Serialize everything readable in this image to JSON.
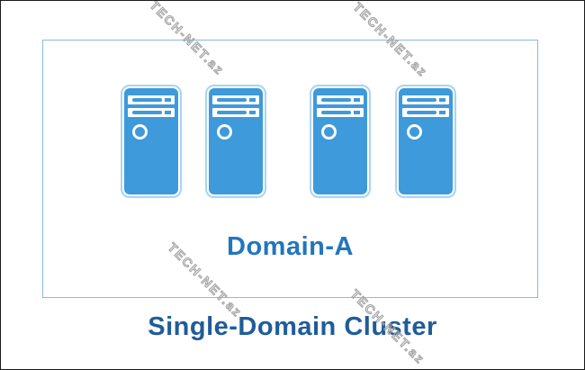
{
  "diagram": {
    "domain_box": {
      "label": "Domain-A",
      "server_count": 4,
      "server_icon": "tower-server-icon"
    },
    "caption": "Single-Domain Cluster"
  },
  "watermark": {
    "text": "TECH-NET.az",
    "instances": 4
  },
  "colors": {
    "outer_border": "#1b1b1b",
    "box_border": "#8ab9e6",
    "server_blue": "#3e9ada",
    "server_glow": "#a9d4f2",
    "domain_label": "#2276bc",
    "caption": "#1f5c99",
    "watermark": "#a3a3a3"
  }
}
